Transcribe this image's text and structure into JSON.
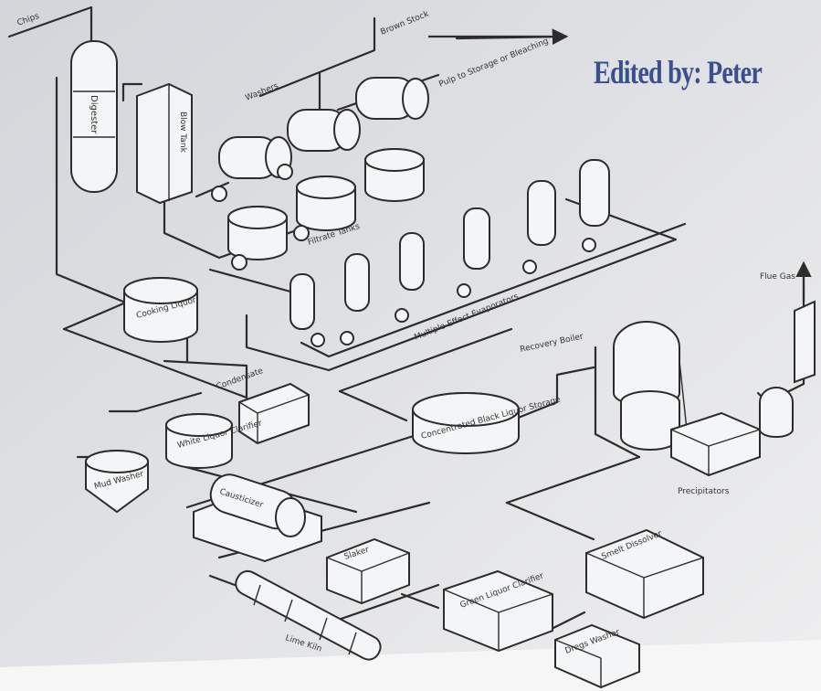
{
  "watermark": "Edited by: Peter",
  "labels": {
    "chips": "Chips",
    "digester": "Digester",
    "blow_tank": "Blow Tank",
    "washers": "Washers",
    "brown_stock": "Brown Stock",
    "pulp_storage": "Pulp to Storage or Bleaching",
    "filtrate_tanks": "Filtrate Tanks",
    "evaporators": "Multiple-Effect Evaporators",
    "cooking_liquor": "Cooking Liquor",
    "condensate": "Condensate",
    "white_liquor_clarifier": "White Liquor Clarifier",
    "mud_washer": "Mud Washer",
    "concentrated_black_liquor": "Concentrated Black Liquor Storage",
    "recovery_boiler": "Recovery Boiler",
    "flue_gas": "Flue Gas",
    "precipitators": "Precipitators",
    "causticizer": "Causticizer",
    "slaker": "Slaker",
    "smelt_dissolver": "Smelt Dissolver",
    "green_liquor_clarifier": "Green Liquor Clarifier",
    "dregs_washer": "Dregs Washer",
    "lime_kiln": "Lime Kiln"
  }
}
